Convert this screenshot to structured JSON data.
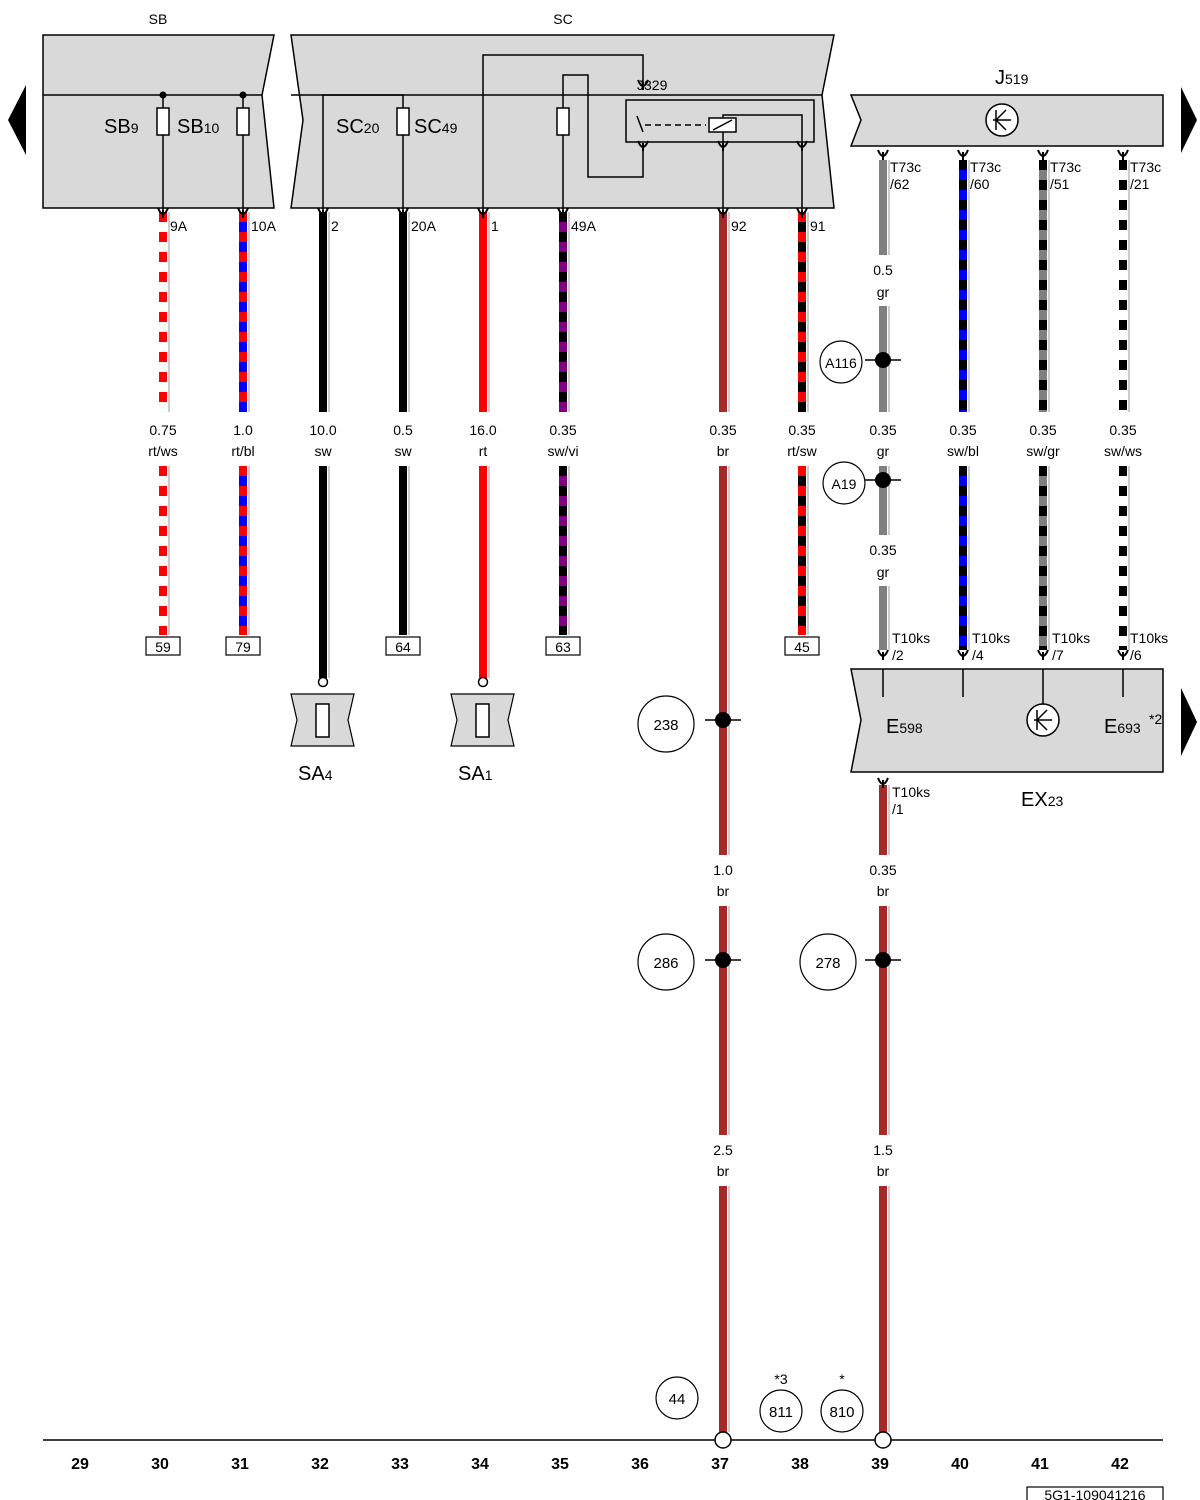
{
  "header": {
    "sb_label": "SB",
    "sc_label": "SC"
  },
  "components": {
    "sb9": {
      "main": "SB",
      "sub": "9"
    },
    "sb10": {
      "main": "SB",
      "sub": "10"
    },
    "sc20": {
      "main": "SC",
      "sub": "20"
    },
    "sc49": {
      "main": "SC",
      "sub": "49"
    },
    "j329": "J329",
    "j519": {
      "main": "J",
      "sub": "519"
    },
    "e598": {
      "main": "E",
      "sub": "598"
    },
    "e693": {
      "main": "E",
      "sub": "693"
    },
    "e693_note": "*2",
    "ex23": {
      "main": "EX",
      "sub": "23"
    },
    "sa4": {
      "main": "SA",
      "sub": "4"
    },
    "sa1": {
      "main": "SA",
      "sub": "1"
    }
  },
  "pins": {
    "p9a": "9A",
    "p10a": "10A",
    "p2": "2",
    "p20a": "20A",
    "p1": "1",
    "p49a": "49A",
    "p92": "92",
    "p91": "91",
    "t62a": "T73c",
    "t62b": "/62",
    "t60a": "T73c",
    "t60b": "/60",
    "t51a": "T73c",
    "t51b": "/51",
    "t21a": "T73c",
    "t21b": "/21",
    "k2a": "T10ks",
    "k2b": "/2",
    "k4a": "T10ks",
    "k4b": "/4",
    "k7a": "T10ks",
    "k7b": "/7",
    "k6a": "T10ks",
    "k6b": "/6",
    "k1a": "T10ks",
    "k1b": "/1"
  },
  "wires": {
    "w30": {
      "size": "0.75",
      "color": "rt/ws"
    },
    "w31": {
      "size": "1.0",
      "color": "rt/bl"
    },
    "w32": {
      "size": "10.0",
      "color": "sw"
    },
    "w33": {
      "size": "0.5",
      "color": "sw"
    },
    "w34": {
      "size": "16.0",
      "color": "rt"
    },
    "w35": {
      "size": "0.35",
      "color": "sw/vi"
    },
    "w37": {
      "size": "0.35",
      "color": "br"
    },
    "w38": {
      "size": "0.35",
      "color": "rt/sw"
    },
    "w39": {
      "size": "0.35",
      "color": "gr"
    },
    "w40": {
      "size": "0.35",
      "color": "sw/bl"
    },
    "w41": {
      "size": "0.35",
      "color": "sw/gr"
    },
    "w42": {
      "size": "0.35",
      "color": "sw/ws"
    },
    "w39top": {
      "size": "0.5",
      "color": "gr"
    },
    "w39mid": {
      "size": "0.35",
      "color": "gr"
    },
    "w37a": {
      "size": "1.0",
      "color": "br"
    },
    "w37b": {
      "size": "2.5",
      "color": "br"
    },
    "w39a": {
      "size": "0.35",
      "color": "br"
    },
    "w39b": {
      "size": "1.5",
      "color": "br"
    }
  },
  "connectors": {
    "c59": "59",
    "c79": "79",
    "c64": "64",
    "c63": "63",
    "c45": "45"
  },
  "splices": {
    "a116": "A116",
    "a19": "A19"
  },
  "references": {
    "r238": "238",
    "r286": "286",
    "r278": "278",
    "r44": "44",
    "r811": "811",
    "r811_note": "*3",
    "r810": "810",
    "r810_note": "*"
  },
  "columns": [
    "29",
    "30",
    "31",
    "32",
    "33",
    "34",
    "35",
    "36",
    "37",
    "38",
    "39",
    "40",
    "41",
    "42"
  ],
  "doc_id": "5G1-109041216",
  "colors": {
    "panel": "#d9d9d9",
    "rt": "#ff0000",
    "ws": "#ffffff",
    "bl": "#0000ff",
    "sw": "#000000",
    "vi": "#800080",
    "br": "#a52a2a",
    "gr": "#808080"
  }
}
